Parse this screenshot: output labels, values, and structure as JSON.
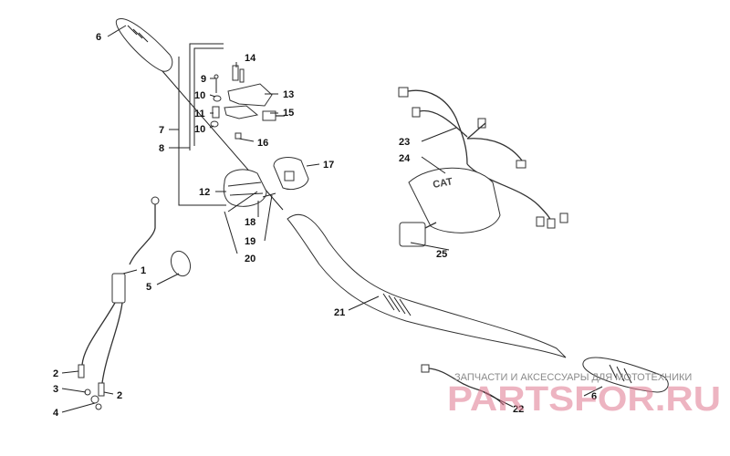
{
  "callouts": [
    "6",
    "14",
    "9",
    "13",
    "10",
    "11",
    "15",
    "7",
    "10",
    "16",
    "8",
    "17",
    "12",
    "18",
    "19",
    "20",
    "23",
    "24",
    "25",
    "1",
    "5",
    "21",
    "2",
    "3",
    "2",
    "4",
    "22",
    "6"
  ],
  "grip_logo": "CAT",
  "watermark": {
    "caption": "ЗАПЧАСТИ И АКСЕССУАРЫ ДЛЯ МОТОТЕХНИКИ",
    "brand": "PARTSFOR.RU"
  }
}
